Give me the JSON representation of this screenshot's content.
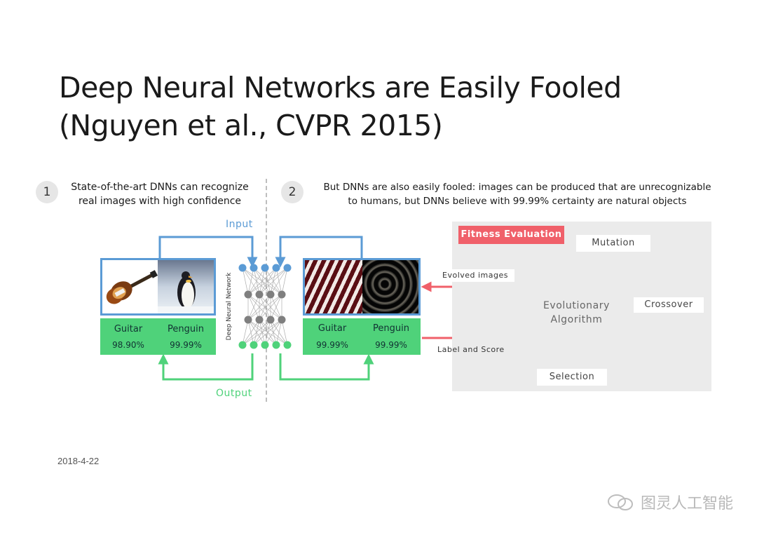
{
  "slide": {
    "title_line1": "Deep Neural Networks are Easily Fooled",
    "title_line2": "(Nguyen et al., CVPR 2015)",
    "date": "2018-4-22",
    "watermark": "图灵人工智能"
  },
  "step1": {
    "number": "1",
    "line1": "State-of-the-art DNNs can recognize",
    "line2": "real images with high confidence"
  },
  "step2": {
    "number": "2",
    "line1": "But DNNs are also easily fooled: images can be produced that are unrecognizable",
    "line2": "to humans, but DNNs believe with 99.99% certainty are natural objects"
  },
  "network": {
    "input_label": "Input",
    "output_label": "Output",
    "dnn_label": "Deep Neural Network"
  },
  "real": {
    "class1": "Guitar",
    "score1": "98.90%",
    "class2": "Penguin",
    "score2": "99.99%"
  },
  "fooled": {
    "class1": "Guitar",
    "score1": "99.99%",
    "class2": "Penguin",
    "score2": "99.99%"
  },
  "evolution": {
    "fitness": "Fitness Evaluation",
    "mutation": "Mutation",
    "crossover": "Crossover",
    "selection": "Selection",
    "algo_line1": "Evolutionary",
    "algo_line2": "Algorithm",
    "evolved_images": "Evolved images",
    "label_and_score": "Label and Score"
  },
  "colors": {
    "blue": "#5b9bd5",
    "green": "#4fd27a",
    "red": "#f0606a",
    "gray_node": "#7f7f7f"
  }
}
